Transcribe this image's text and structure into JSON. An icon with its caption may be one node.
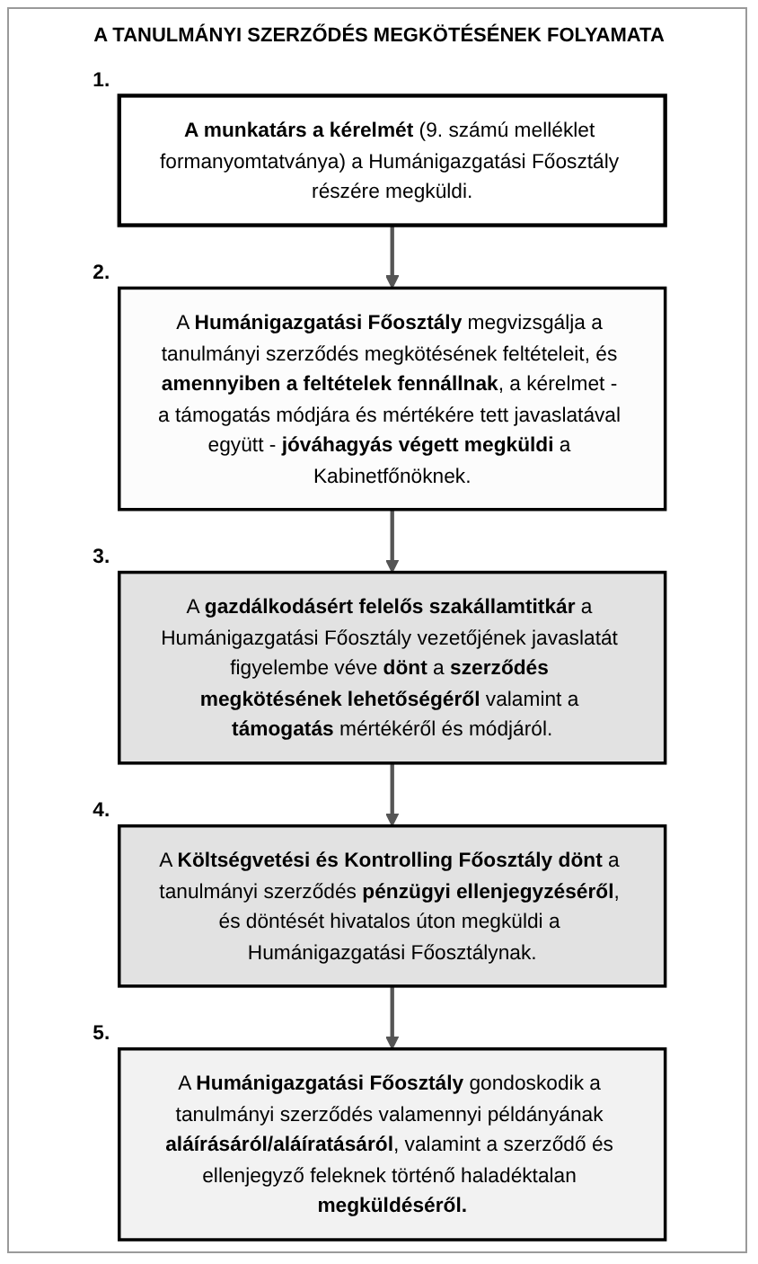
{
  "diagram": {
    "title": "A TANULMÁNYI SZERZŐDÉS MEGKÖTÉSÉNEK FOLYAMATA",
    "nodes": [
      {
        "text": [
          "**A munkatárs a kérelmét** (9. számú melléklet formanyomtatványa) a Humánigazgatási Főosztály részére megküldi."
        ],
        "beside": [
          "1."
        ]
      },
      {
        "text": [
          "A **Humánigazgatási Főosztály** megvizsgálja a tanulmányi szerződés megkötésének feltételeit, és **amennyiben a feltételek fennállnak**, a kérelmet - a támogatás módjára és mértékére tett javaslatával együtt - **jóváhagyás végett megküldi** a Kabinetfőnöknek."
        ],
        "beside": [
          "2."
        ]
      },
      {
        "text": [
          "A **gazdálkodásért felelős szakállamtitkár** a Humánigazgatási Főosztály vezetőjének javaslatát figyelembe véve **dönt** a **szerződés megkötésének lehetőségéről** valamint a **támogatás** mértékéről és módjáról."
        ],
        "beside": [
          "3."
        ]
      },
      {
        "text": [
          "A **Költségvetési és Kontrolling Főosztály dönt** a tanulmányi szerződés **pénzügyi ellenjegyzéséről**, és döntését hivatalos úton megküldi a Humánigazgatási Főosztálynak."
        ],
        "beside": [
          "4."
        ]
      },
      {
        "text": [
          "A **Humánigazgatási Főosztály** gondoskodik a tanulmányi szerződés valamennyi példányának **aláírásáról/aláíratásáról**, valamint a szerződő és ellenjegyző feleknek történő haladéktalan **megküldéséről.**"
        ],
        "beside": [
          "5."
        ]
      }
    ],
    "edges": [
      {
        "from": 0,
        "to": 1,
        "arrow": "to"
      },
      {
        "from": 1,
        "to": 2,
        "arrow": "to"
      },
      {
        "from": 2,
        "to": 3,
        "arrow": "to"
      },
      {
        "from": 3,
        "to": 4,
        "arrow": "to"
      }
    ]
  }
}
